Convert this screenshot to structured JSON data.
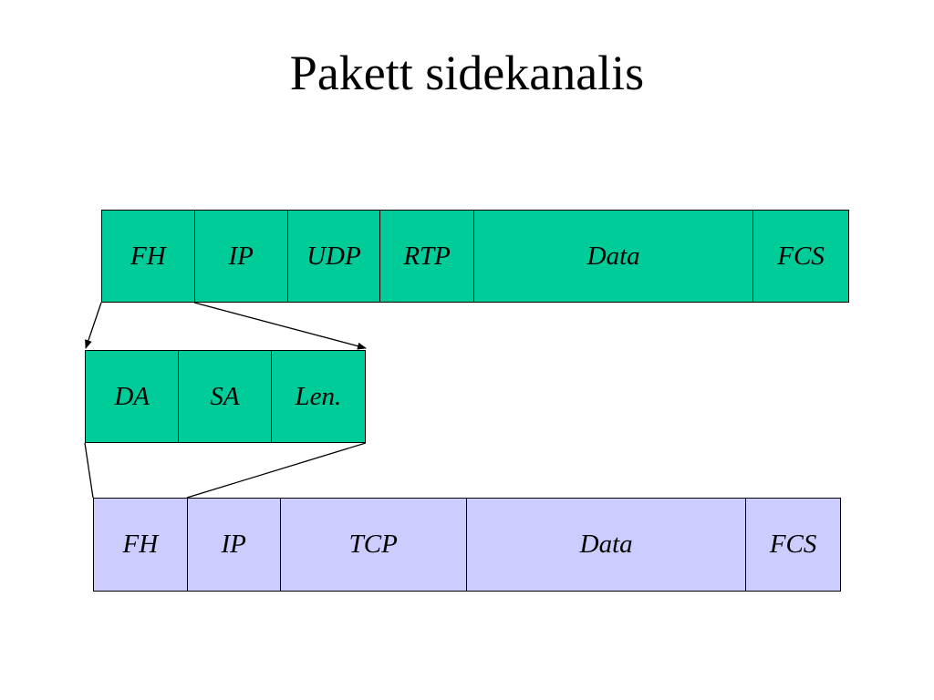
{
  "title": "Pakett sidekanalis",
  "colors": {
    "green_fill": "#00cc99",
    "lavender_fill": "#ccccff",
    "outline": "#000000"
  },
  "rows": [
    {
      "id": "row-top",
      "fill": "green_fill",
      "cells": [
        "FH",
        "IP",
        "UDP",
        "RTP",
        "Data",
        "FCS"
      ]
    },
    {
      "id": "row-mid",
      "fill": "green_fill",
      "cells": [
        "DA",
        "SA",
        "Len."
      ]
    },
    {
      "id": "row-bottom",
      "fill": "lavender_fill",
      "cells": [
        "FH",
        "IP",
        "TCP",
        "Data",
        "FCS"
      ]
    }
  ]
}
